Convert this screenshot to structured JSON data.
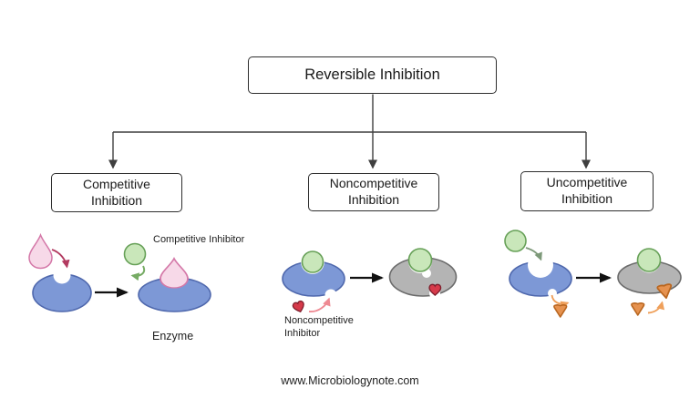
{
  "title": {
    "label": "Reversible Inhibition"
  },
  "branches": [
    {
      "label": "Competitive Inhibition"
    },
    {
      "label": "Noncompetitive Inhibition"
    },
    {
      "label": "Uncompetitive Inhibition"
    }
  ],
  "annotations": {
    "competitive_inhibitor": "Competitive Inhibitor",
    "enzyme": "Enzyme",
    "noncompetitive_inhibitor": "Noncompetitive Inhibitor"
  },
  "footer": {
    "website": "www.Microbiologynote.com"
  },
  "colors": {
    "enzyme_blue": "#7d98d6",
    "enzyme_blue_border": "#4f68ad",
    "enzyme_gray": "#b4b4b4",
    "enzyme_gray_border": "#6b6b6b",
    "substrate_green": "#c9e7ba",
    "substrate_green_border": "#66a057",
    "inhibitor_pink": "#f7d9e8",
    "inhibitor_pink_border": "#d478a8",
    "inhibitor_red": "#d63a4a",
    "inhibitor_red_border": "#7e1f2d",
    "inhibitor_orange": "#e6924f",
    "inhibitor_orange_border": "#b9661f",
    "arrow_maroon": "#b23a60",
    "arrow_green": "#76ab64",
    "arrow_light_red": "#ee8a93",
    "arrow_orange": "#efa05b",
    "arrow_gray_green": "#7d9979",
    "connector": "#3f3f3f",
    "reaction_arrow": "#111111"
  }
}
